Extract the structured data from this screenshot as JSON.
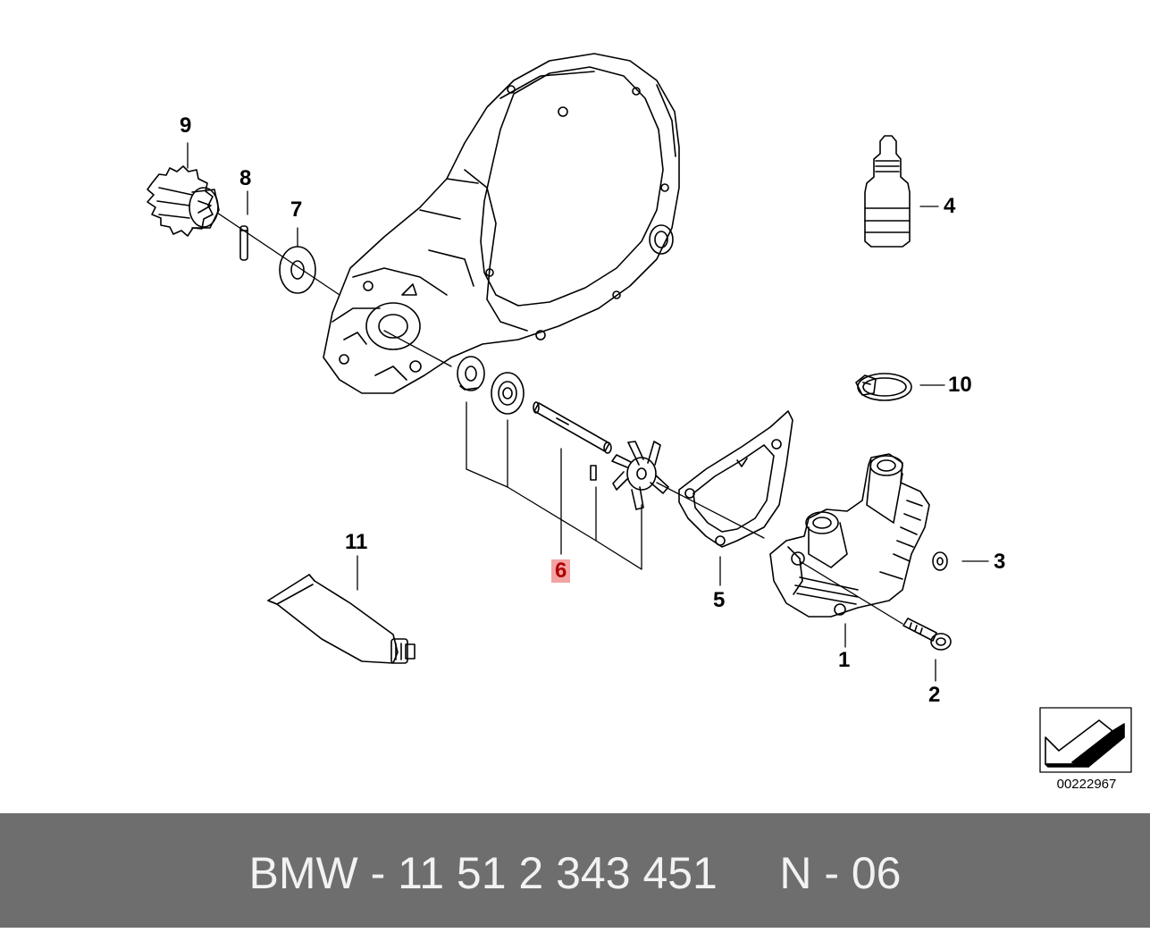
{
  "diagram": {
    "labels": {
      "p1": "1",
      "p2": "2",
      "p3": "3",
      "p4": "4",
      "p5": "5",
      "p6": "6",
      "p7": "7",
      "p8": "8",
      "p9": "9",
      "p10": "10",
      "p11": "11"
    },
    "highlighted_part": "6",
    "highlight_color": "#f3a3a3",
    "document_number": "00222967"
  },
  "footer": {
    "text": "BMW - 11 51 2 343 451     N - 06",
    "background": "#6e6e6e"
  }
}
